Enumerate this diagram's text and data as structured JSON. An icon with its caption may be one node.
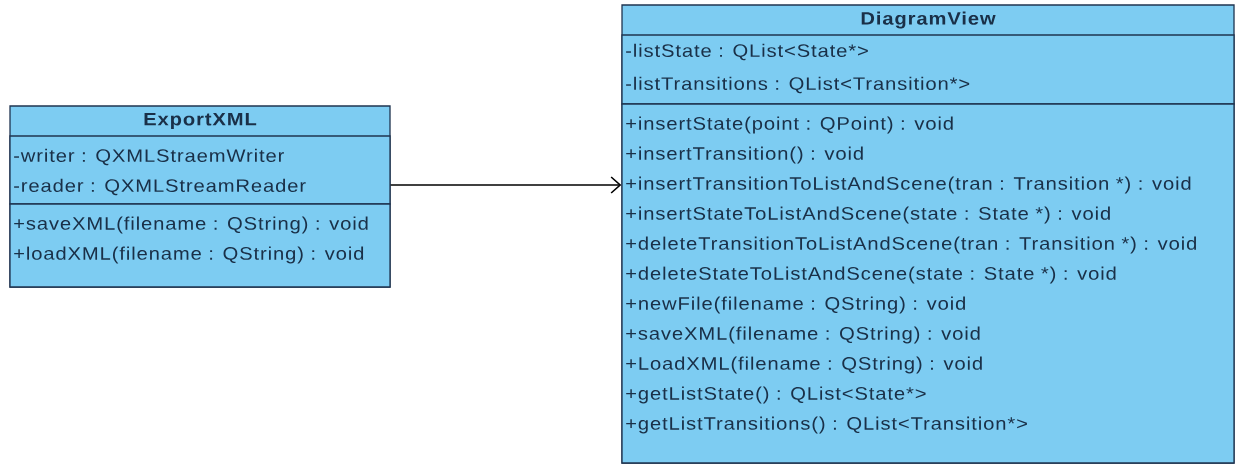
{
  "diagram": {
    "nodes": [
      {
        "text": [
          "ExportXML"
        ]
      },
      {
        "text": [
          "-writer : QXMLStraemWriter",
          "-reader : QXMLStreamReader"
        ],
        "in": 0
      },
      {
        "text": [
          "+saveXML(filename : QString) : void",
          "+loadXML(filename : QString) : void"
        ],
        "in": 0
      },
      {
        "text": [
          "DiagramView"
        ]
      },
      {
        "text": [
          "-listState : QList<State*>",
          "-listTransitions : QList<Transition*>"
        ],
        "in": 3
      },
      {
        "text": [
          "+insertState(point : QPoint) : void",
          "+insertTransition() : void",
          "+insertTransitionToListAndScene(tran : Transition *) : void",
          "+insertStateToListAndScene(state : State *) : void",
          "+deleteTransitionToListAndScene(tran : Transition *) : void",
          "+deleteStateToListAndScene(state : State *) : void",
          "+newFile(filename : QString) : void",
          "+saveXML(filename : QString) : void",
          "+LoadXML(filename : QString) : void",
          "+getListState() : QList<State*>",
          "+getListTransitions() : QList<Transition*>"
        ],
        "in": 3
      }
    ],
    "edges": [
      {
        "from": 0,
        "to": 3,
        "arrow": "to"
      }
    ]
  }
}
